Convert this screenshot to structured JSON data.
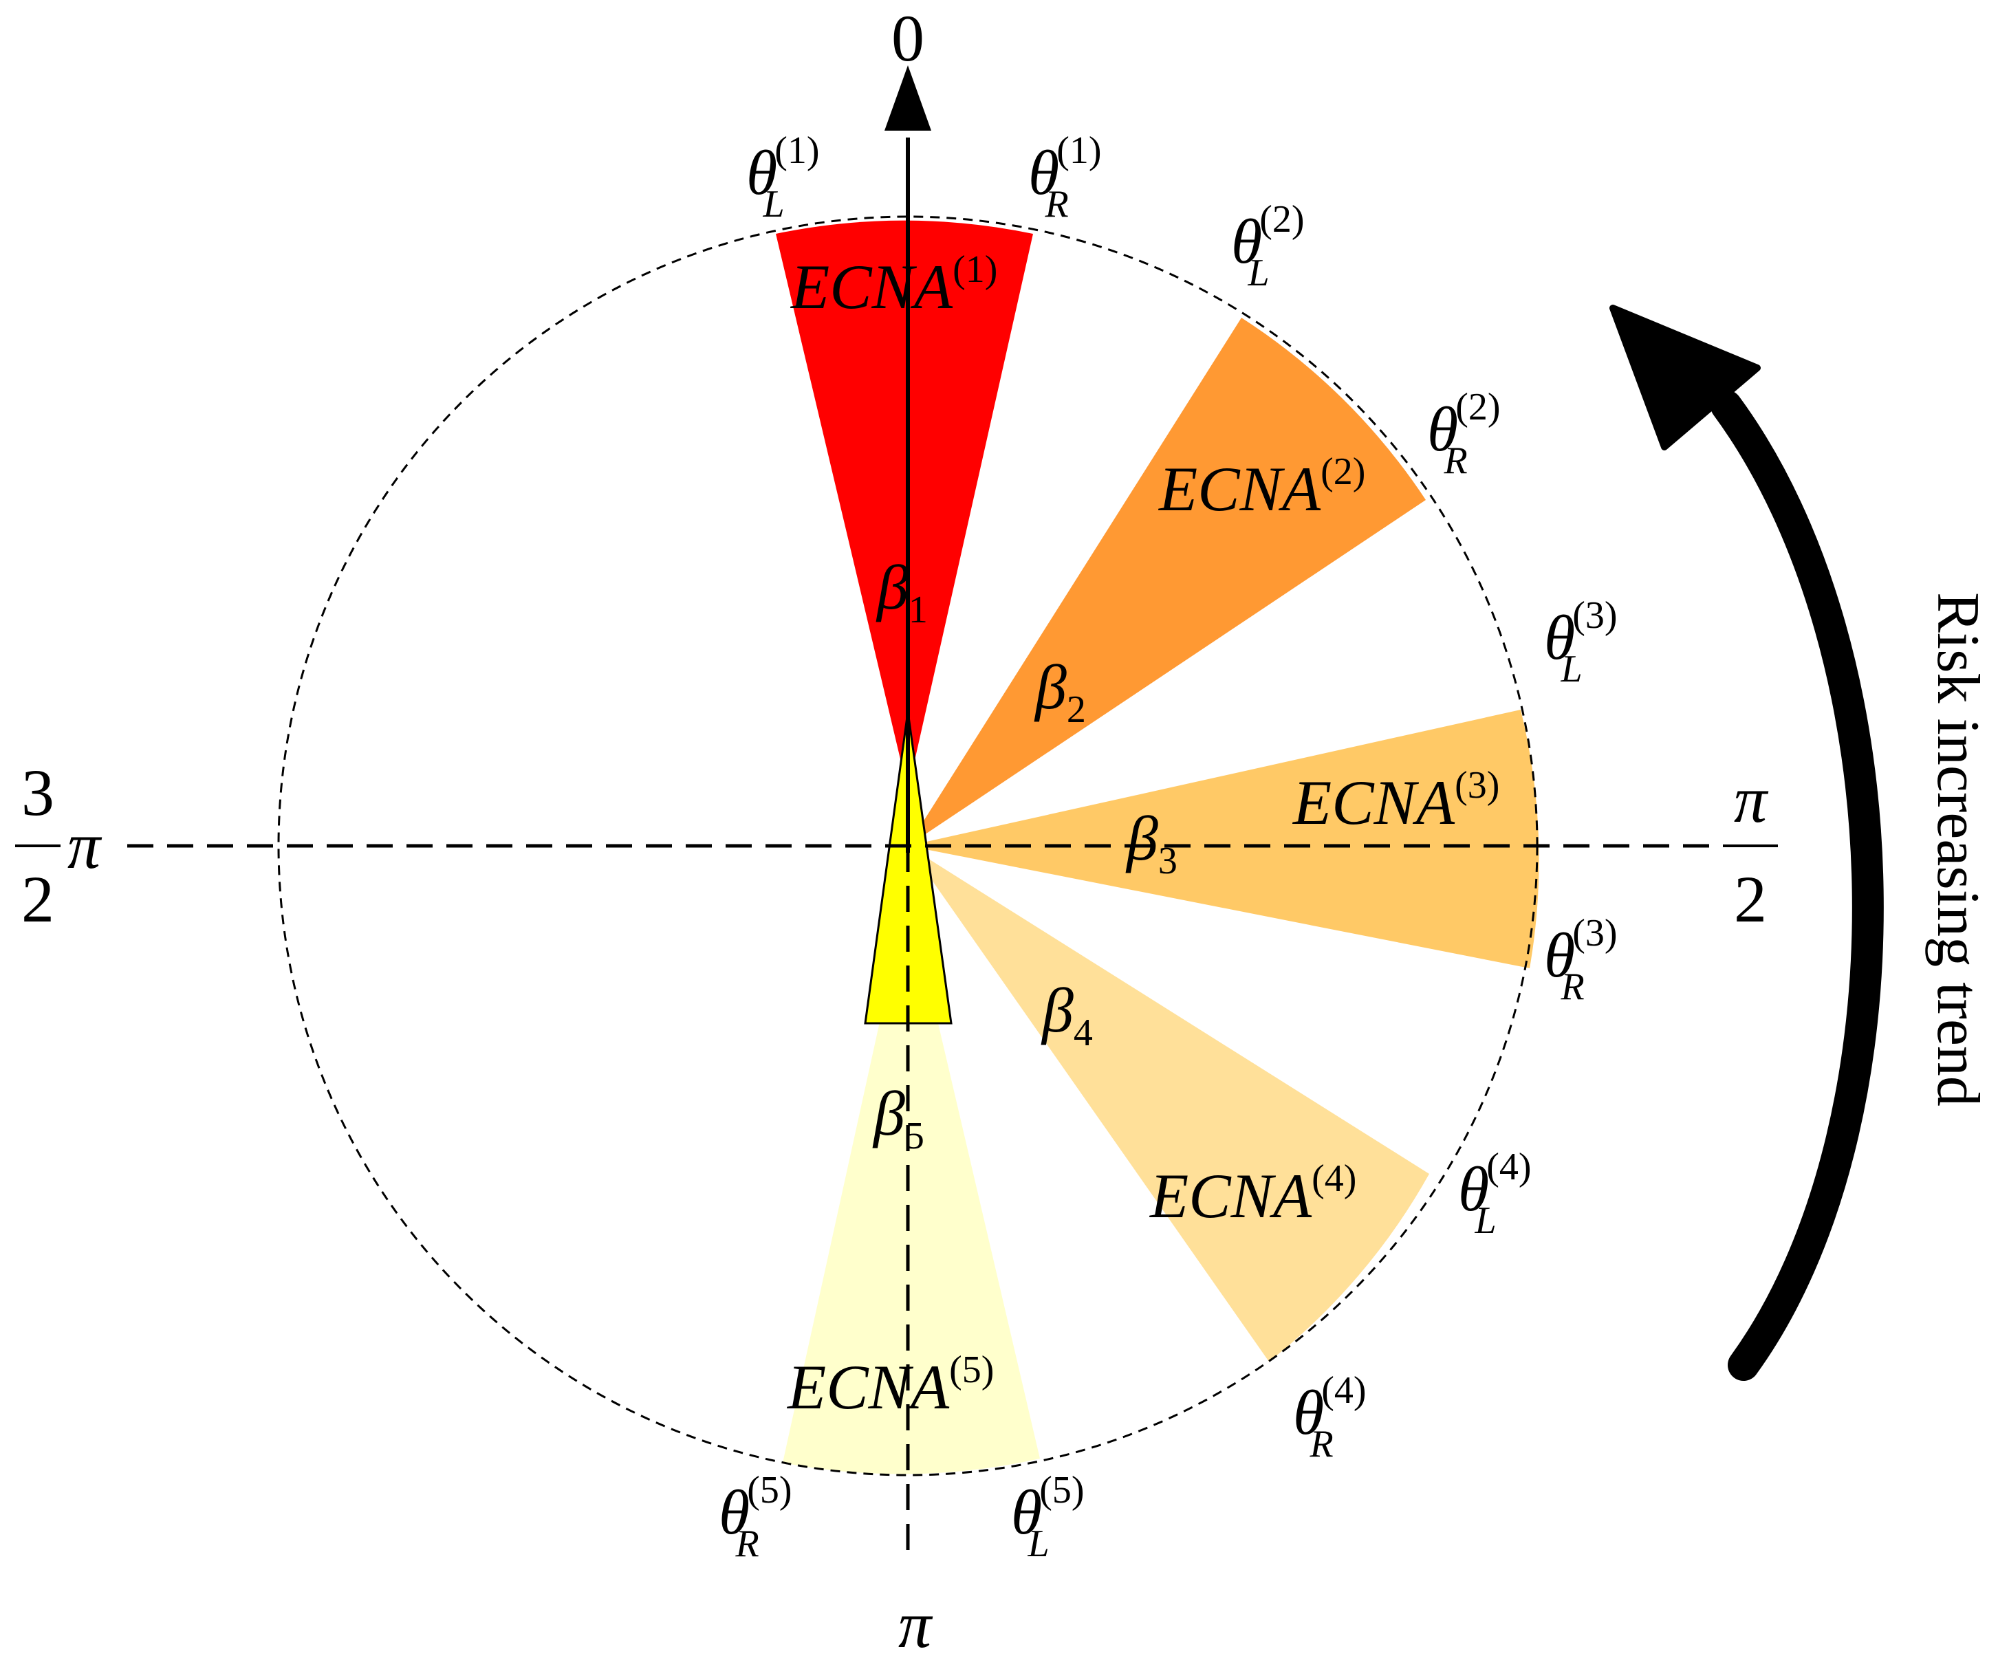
{
  "axes": {
    "top": "0",
    "bottom": "π",
    "left": {
      "num": "3",
      "den": "2",
      "sym": "π"
    },
    "right": {
      "num": "π",
      "den": "2"
    }
  },
  "trend_label": "Risk increasing trend",
  "sectors": [
    {
      "id": 1,
      "ecna": "ECNA",
      "ecna_sup": "(1)",
      "beta": "β",
      "beta_sub": "1",
      "color": "#ff0000",
      "left": {
        "sym": "θ",
        "sub": "L",
        "sup": "(1)"
      },
      "right": {
        "sym": "θ",
        "sub": "R",
        "sup": "(1)"
      }
    },
    {
      "id": 2,
      "ecna": "ECNA",
      "ecna_sup": "(2)",
      "beta": "β",
      "beta_sub": "2",
      "color": "#ff9933",
      "left": {
        "sym": "θ",
        "sub": "L",
        "sup": "(2)"
      },
      "right": {
        "sym": "θ",
        "sub": "R",
        "sup": "(2)"
      }
    },
    {
      "id": 3,
      "ecna": "ECNA",
      "ecna_sup": "(3)",
      "beta": "β",
      "beta_sub": "3",
      "color": "#ffc966",
      "left": {
        "sym": "θ",
        "sub": "L",
        "sup": "(3)"
      },
      "right": {
        "sym": "θ",
        "sub": "R",
        "sup": "(3)"
      }
    },
    {
      "id": 4,
      "ecna": "ECNA",
      "ecna_sup": "(4)",
      "beta": "β",
      "beta_sub": "4",
      "color": "#ffe099",
      "left": {
        "sym": "θ",
        "sub": "L",
        "sup": "(4)"
      },
      "right": {
        "sym": "θ",
        "sub": "R",
        "sup": "(4)"
      }
    },
    {
      "id": 5,
      "ecna": "ECNA",
      "ecna_sup": "(5)",
      "beta": "β",
      "beta_sub": "5",
      "color": "#ffffcc",
      "left": {
        "sym": "θ",
        "sub": "L",
        "sup": "(5)"
      },
      "right": {
        "sym": "θ",
        "sub": "R",
        "sup": "(5)"
      }
    }
  ],
  "pointer_color": "#ffff00"
}
